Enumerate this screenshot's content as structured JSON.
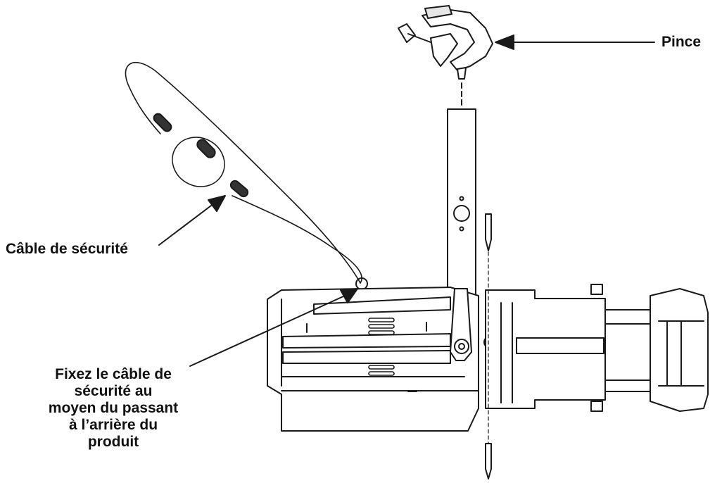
{
  "labels": {
    "clamp": "Pince",
    "safety_cable": "Câble de sécurité",
    "instruction": {
      "line1": "Fixez le câble de",
      "line2": "sécurité au",
      "line3": "moyen du passant",
      "line4": "à l’arrière du",
      "line5": "produit"
    }
  },
  "colors": {
    "line": "#1a1a1a",
    "fill": "#ffffff",
    "shade": "#e6e6e6",
    "dark": "#333333"
  }
}
